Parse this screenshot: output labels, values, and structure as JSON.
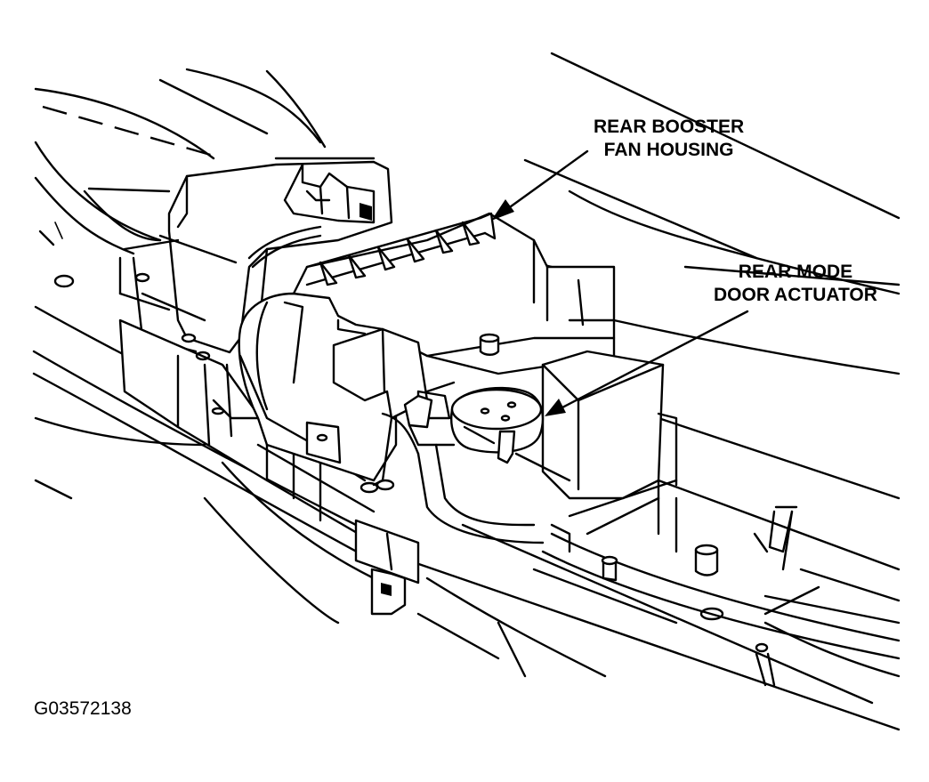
{
  "labels": {
    "fan_housing": [
      "REAR BOOSTER",
      "FAN HOUSING"
    ],
    "actuator": [
      "REAR MODE",
      "DOOR ACTUATOR"
    ]
  },
  "figure_id": "G03572138",
  "colors": {
    "ink": "#000000",
    "paper": "#ffffff"
  }
}
